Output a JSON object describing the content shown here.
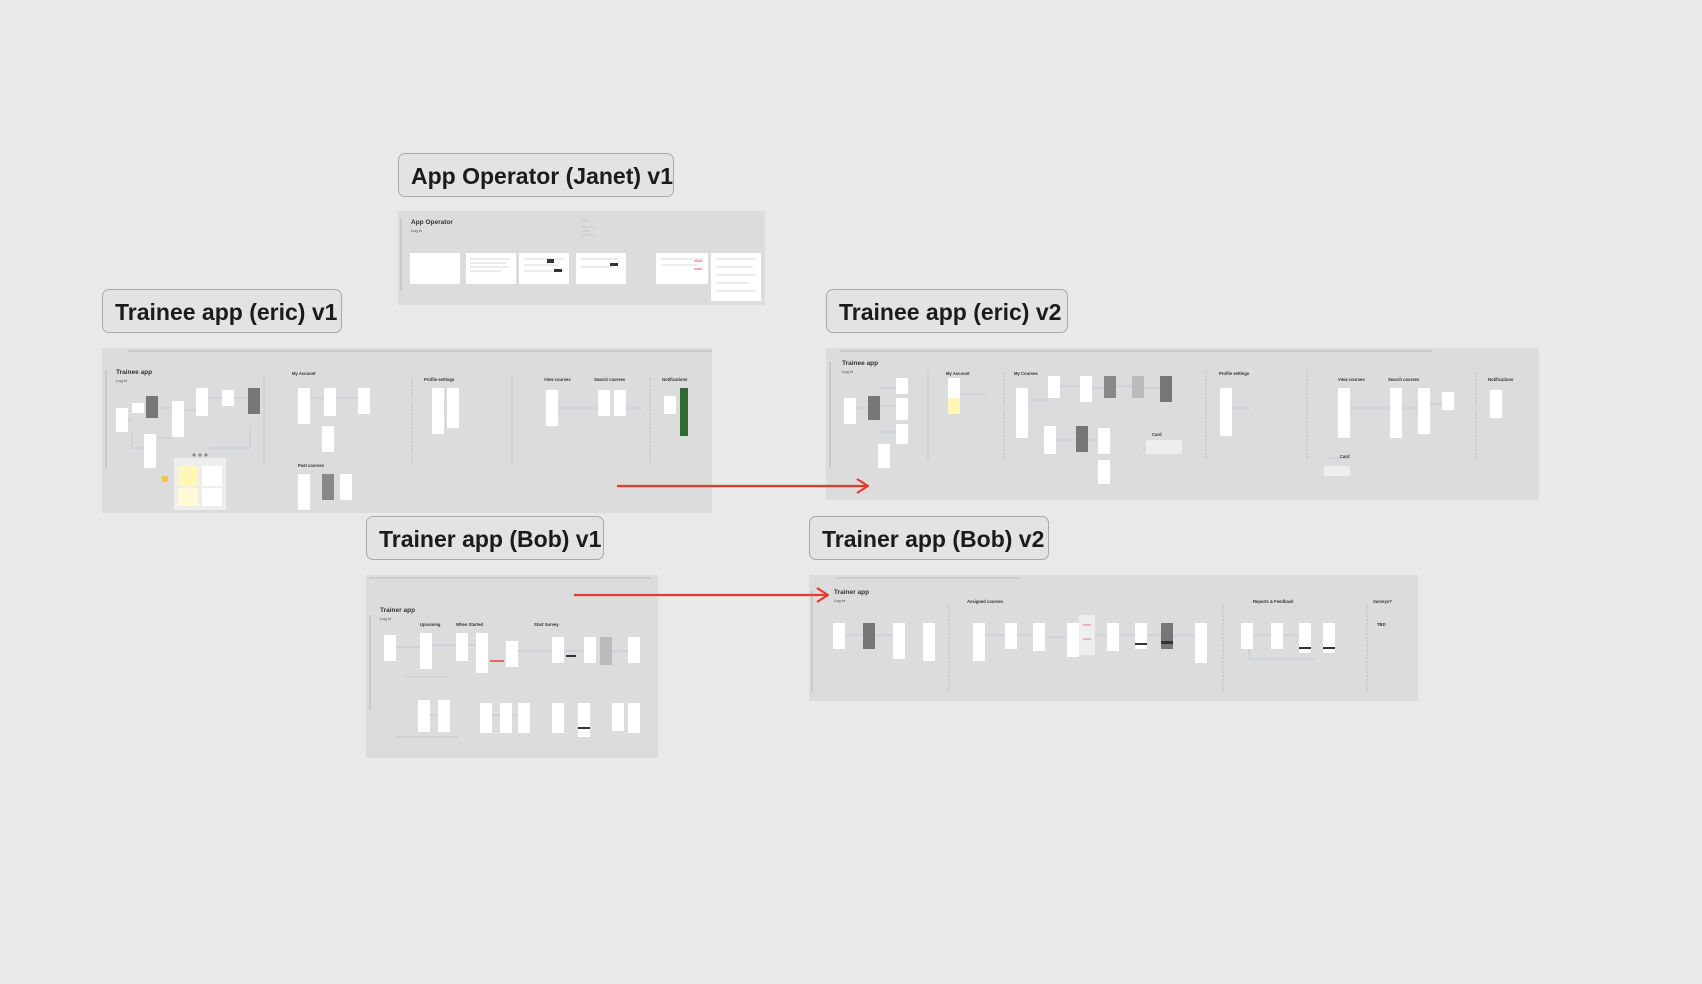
{
  "canvas": {
    "background": "#e9e9e9",
    "frame_fill": "#dcdcdc",
    "connector_color": "#e53b2e"
  },
  "frames": {
    "operator_v1": {
      "label": "App Operator (Janet) v1",
      "title": "App Operator",
      "subtitle": "Log in"
    },
    "trainee_v1": {
      "label": "Trainee app (eric) v1",
      "title": "Trainee app",
      "subtitle": "Log in",
      "sections": [
        "My Account",
        "Profile settings",
        "View courses",
        "Search courses",
        "Notifications",
        "Past courses"
      ]
    },
    "trainee_v2": {
      "label": "Trainee app (eric) v2",
      "title": "Trainee app",
      "subtitle": "Log in",
      "sections": [
        "My Account",
        "My Courses",
        "Profile settings",
        "View courses",
        "Search courses",
        "Notifications",
        "Card",
        "Card"
      ]
    },
    "trainer_v1": {
      "label": "Trainer app (Bob) v1",
      "title": "Trainer app",
      "subtitle": "Log in",
      "sections": [
        "Upcoming",
        "When Started",
        "Start Survey"
      ]
    },
    "trainer_v2": {
      "label": "Trainer app (Bob) v2",
      "title": "Trainer app",
      "subtitle": "Log in",
      "sections": [
        "Assigned courses",
        "Reports & Feedback",
        "Surveys?",
        "TBD"
      ]
    }
  },
  "connectors": [
    {
      "from": "trainee_v1",
      "to": "trainee_v2"
    },
    {
      "from": "trainer_v1",
      "to": "trainer_v2"
    }
  ]
}
